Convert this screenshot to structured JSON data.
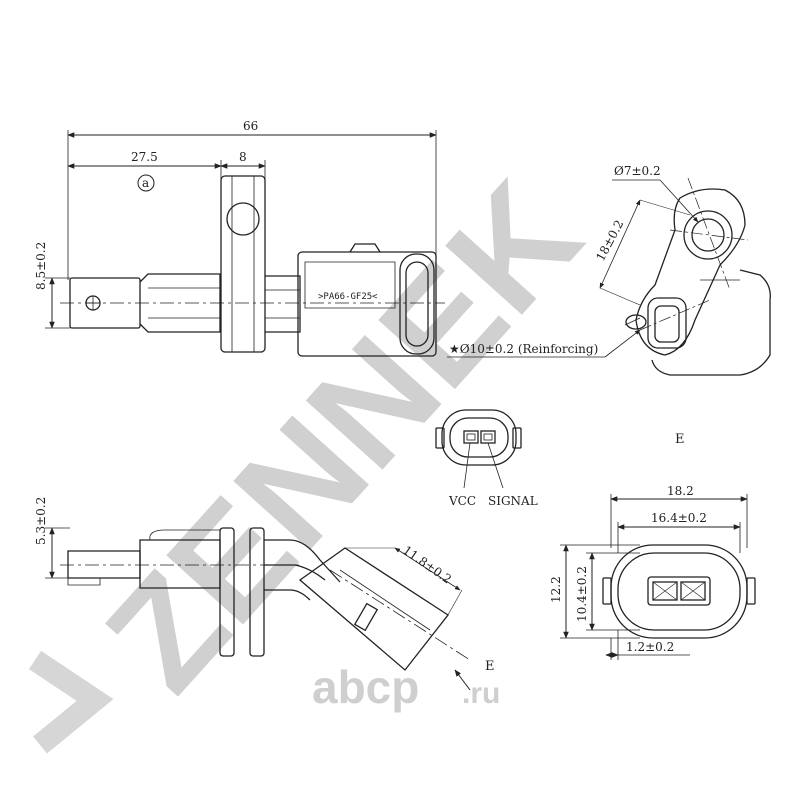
{
  "watermark": {
    "brand": "ZENNEK",
    "shop": "abcp",
    "shop_tld": ".ru"
  },
  "side_view": {
    "dim_total": "66",
    "dim_to_flange": "27.5",
    "dim_flange": "8",
    "dim_height": "8.5±0.2",
    "marker": "a",
    "material": ">PA66-GF25<"
  },
  "flange_view": {
    "dim_hole": "Ø7±0.2",
    "dim_center": "18±0.2",
    "reinforcing": "★Ø10±0.2 (Reinforcing)",
    "view_label": "E"
  },
  "connector_face": {
    "vcc": "VCC",
    "signal": "SIGNAL"
  },
  "bottom_view": {
    "dim_height": "5.3±0.2",
    "dim_connector": "11.8±0.2",
    "view_label": "E"
  },
  "connector_detail": {
    "dim_outer_w": "18.2",
    "dim_inner_w": "16.4±0.2",
    "dim_outer_h": "12.2",
    "dim_inner_h": "10.4±0.2",
    "dim_wall": "1.2±0.2"
  }
}
